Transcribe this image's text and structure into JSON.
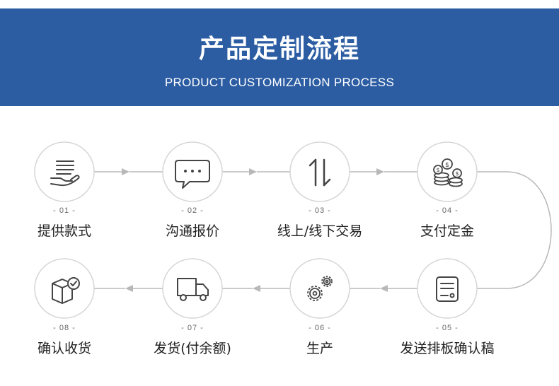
{
  "header": {
    "title": "产品定制流程",
    "subtitle": "PRODUCT CUSTOMIZATION PROCESS"
  },
  "colors": {
    "banner": "#2c5da3",
    "circle_border": "#d6d6d6",
    "connector": "#b8b8b8",
    "icon": "#444444"
  },
  "steps": [
    {
      "number": "- 01 -",
      "label": "提供款式",
      "icon": "hand-document-icon"
    },
    {
      "number": "- 02 -",
      "label": "沟通报价",
      "icon": "chat-bubble-icon"
    },
    {
      "number": "- 03 -",
      "label": "线上/线下交易",
      "icon": "exchange-arrows-icon"
    },
    {
      "number": "- 04 -",
      "label": "支付定金",
      "icon": "coins-icon"
    },
    {
      "number": "- 05 -",
      "label": "发送排板确认稿",
      "icon": "document-icon"
    },
    {
      "number": "- 06 -",
      "label": "生产",
      "icon": "gears-icon"
    },
    {
      "number": "- 07 -",
      "label": "发货(付余额)",
      "icon": "truck-icon"
    },
    {
      "number": "- 08 -",
      "label": "确认收货",
      "icon": "box-check-icon"
    }
  ]
}
